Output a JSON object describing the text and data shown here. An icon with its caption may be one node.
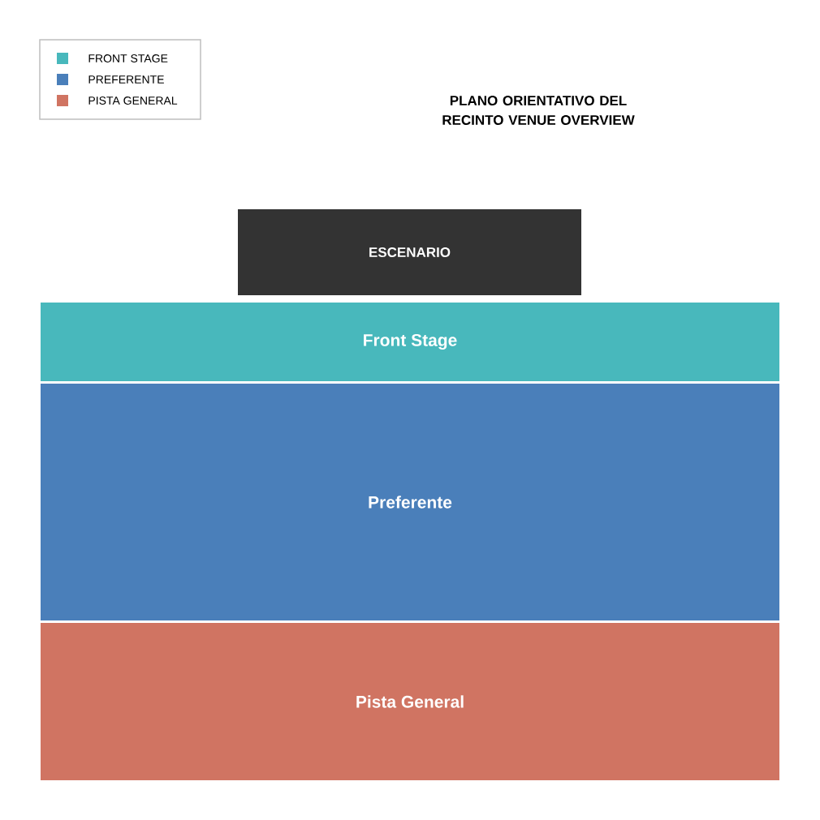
{
  "diagram": {
    "title": "PLANO ORIENTATIVO DEL RECINTO VENUE OVERVIEW",
    "nodes": [
      {
        "text": [
          "ESCENARIO"
        ]
      },
      {
        "text": [
          "Front Stage"
        ]
      },
      {
        "text": [
          "Preferente"
        ]
      },
      {
        "text": [
          "Pista General"
        ]
      }
    ],
    "legend": [
      {
        "text": "FRONT STAGE",
        "color": "#48b8bc"
      },
      {
        "text": "PREFERENTE",
        "color": "#4a7fba"
      },
      {
        "text": "PISTA GENERAL",
        "color": "#d07462"
      }
    ]
  }
}
